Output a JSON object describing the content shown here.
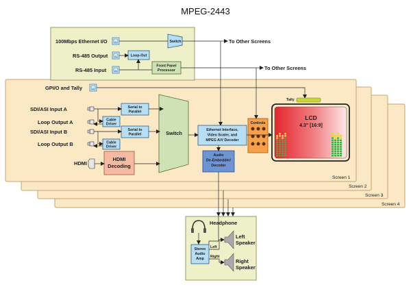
{
  "title": "MPEG-2443",
  "top_panel": {
    "ethernet_label": "100Mbps Ethernet I/O",
    "rs485_output_label": "RS-485 Output",
    "rs485_input_label": "RS-485 Input",
    "switch_label": "Switch",
    "loop_out_label": "Loop-Out",
    "fpp_line1": "Front Panel",
    "fpp_line2": "Processor",
    "to_other_screens_1": "To Other Screens",
    "to_other_screens_2": "To Other Screens"
  },
  "screen": {
    "gpio_label": "GPI/O and Tally",
    "tally_label": "Tally",
    "sdi_a_label": "SDI/ASI Input A",
    "loop_a_label": "Loop Output A",
    "sdi_b_label": "SDI/ASI Input B",
    "loop_b_label": "Loop Output B",
    "hdmi_label": "HDMI",
    "serial_parallel_line1": "Serial to",
    "serial_parallel_line2": "Parallel",
    "cable_driver_line1": "Cable",
    "cable_driver_line2": "Driver",
    "hdmi_decoding_line1": "HDMI",
    "hdmi_decoding_line2": "Decoding",
    "switch_label": "Switch",
    "ethernet_line1": "Ethernet Interface,",
    "ethernet_line2": "Video Scaler, and",
    "ethernet_line3": "MPEG A/V Decoder",
    "audio_line1": "Audio",
    "audio_line2": "De-Embedder/",
    "audio_line3": "Decoder",
    "controls_label": "Controls",
    "lcd_line1": "LCD",
    "lcd_line2": "4.3\" [16:9]",
    "screen_labels": [
      "Screen 1",
      "Screen 2",
      "Screen 3",
      "Screen 4"
    ]
  },
  "bottom_panel": {
    "headphone_label": "Headphone",
    "amp_line1": "Stereo",
    "amp_line2": "Audio",
    "amp_line3": "Amp",
    "left_channel": "Left",
    "right_channel": "Right",
    "left_speaker_line1": "Left",
    "left_speaker_line2": "Speaker",
    "right_speaker_line1": "Right",
    "right_speaker_line2": "Speaker"
  },
  "colors": {
    "panel_fill": "#fbe9c6",
    "panel_stroke": "#c8a46e",
    "top_panel_fill": "#eef0c8",
    "block_blue": "#b7def4",
    "block_peach": "#f6b9a2",
    "block_green": "#cfe2b5",
    "controls_orange": "#f6a04a",
    "lcd_red": "#e8232a",
    "decoder_blue": "#6f94d3"
  }
}
